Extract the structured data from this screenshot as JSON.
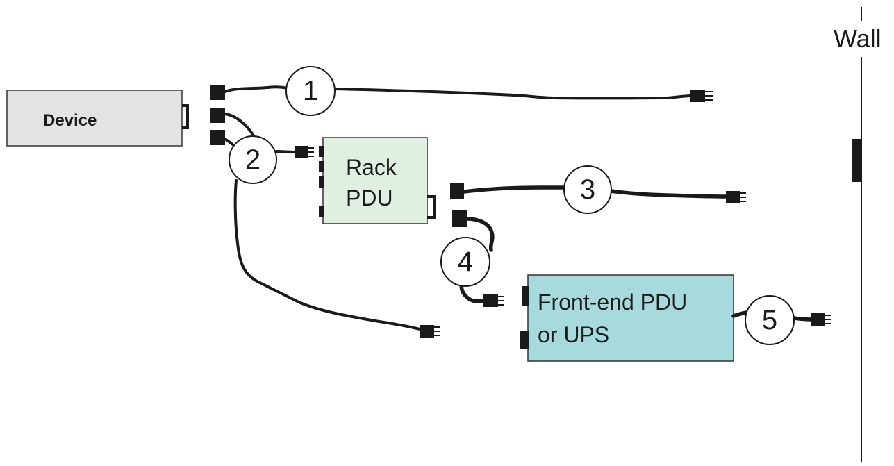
{
  "wall_label": "Wall",
  "device_label": "Device",
  "rack_pdu_label": [
    "Rack",
    "PDU"
  ],
  "frontend_label": [
    "Front-end PDU",
    "or UPS"
  ],
  "cable_numbers": [
    "1",
    "2",
    "3",
    "4",
    "5"
  ],
  "colors": {
    "device_fill": "#e3e3e3",
    "rack_pdu_fill": "#dff0e2",
    "frontend_fill": "#a6dadc",
    "cable": "#1a1a1a"
  }
}
